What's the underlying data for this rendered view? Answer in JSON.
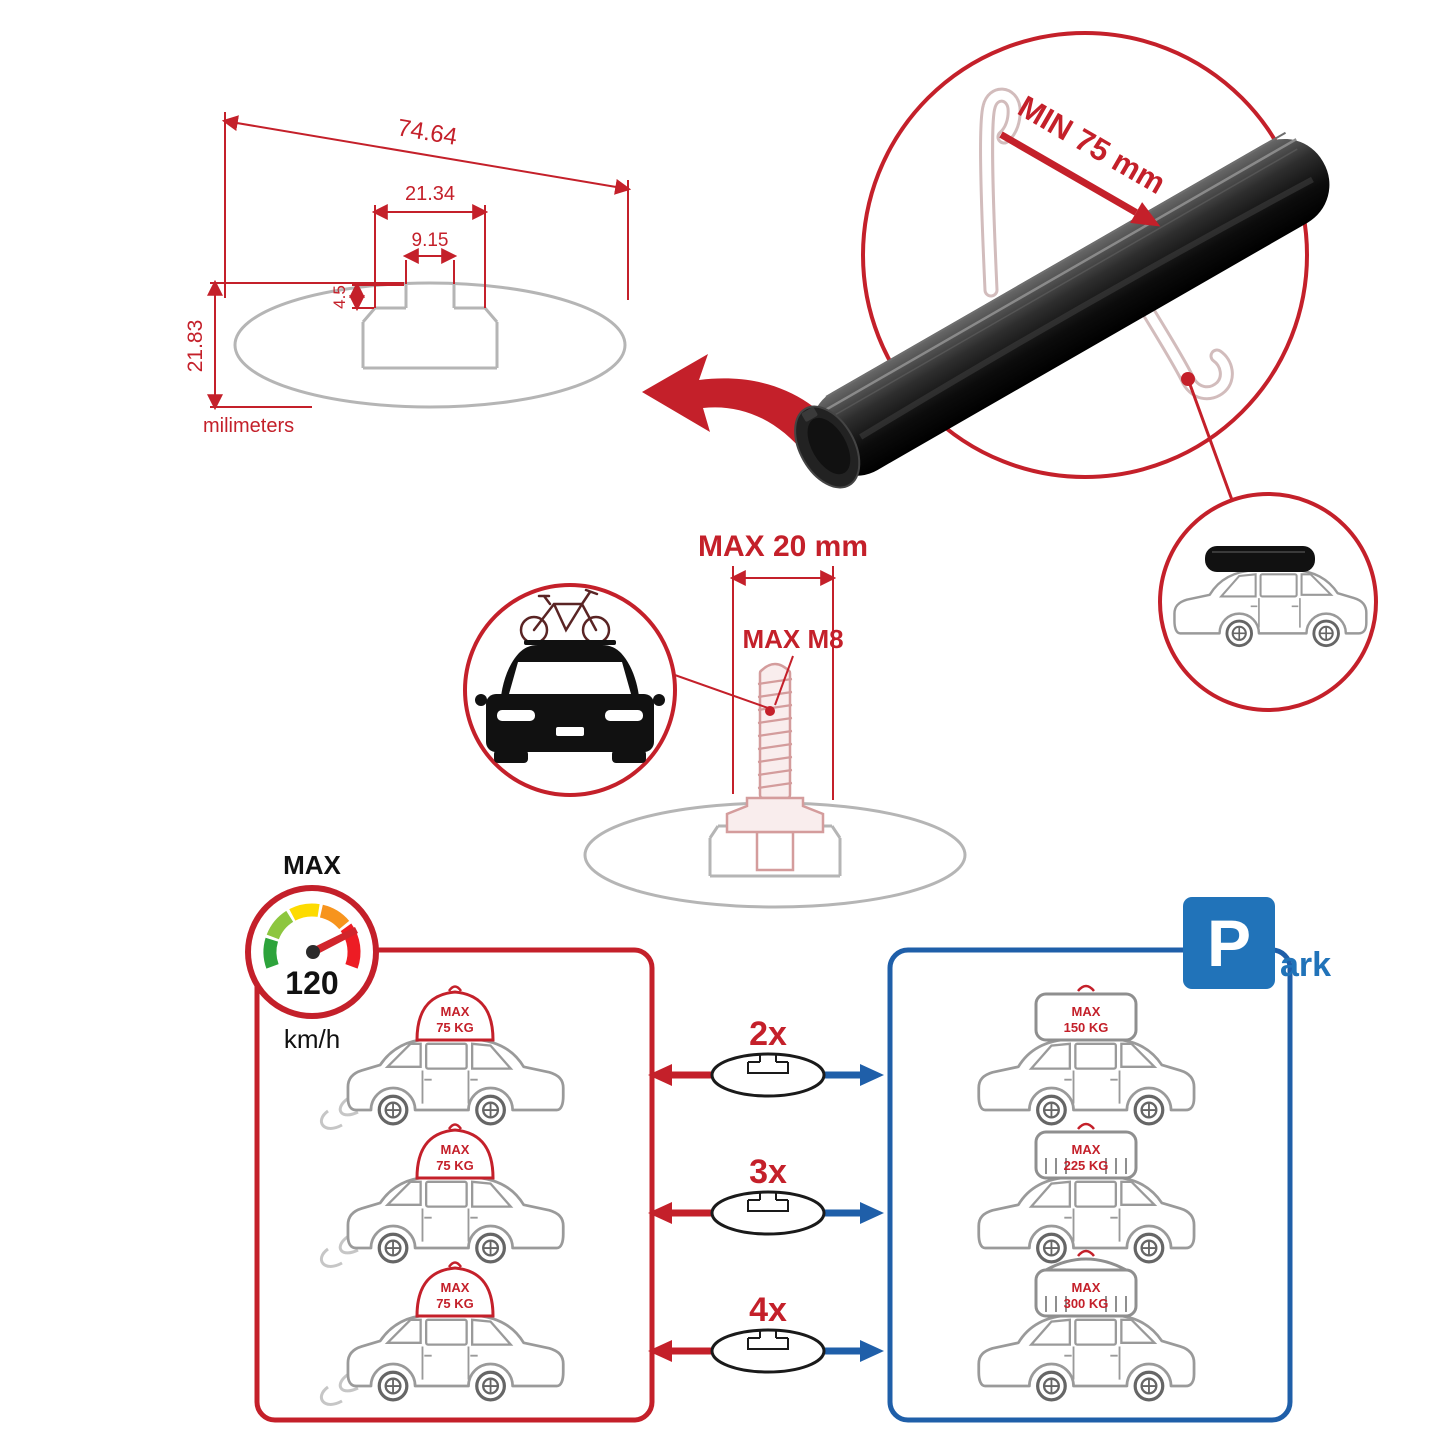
{
  "colors": {
    "red": "#c4202a",
    "blue": "#1f5fa9",
    "park_blue": "#2173b9",
    "line_gray": "#b5b5b5"
  },
  "profile_dims": {
    "total_width": "74.64",
    "channel_width": "21.34",
    "slot_width": "9.15",
    "slot_depth": "4.5",
    "total_height": "21.83",
    "unit": "milimeters"
  },
  "clamp": {
    "min_label": "MIN 75 mm"
  },
  "bolt": {
    "max_length": "MAX 20 mm",
    "max_thread": "MAX M8"
  },
  "speed": {
    "label": "MAX",
    "value": "120",
    "unit": "km/h"
  },
  "parking": {
    "letter": "P",
    "suffix": "ark"
  },
  "rows": [
    {
      "multiplier": "2x",
      "left_label": "MAX",
      "left_value": "75 KG",
      "right_label": "MAX",
      "right_value": "150 KG"
    },
    {
      "multiplier": "3x",
      "left_label": "MAX",
      "left_value": "75 KG",
      "right_label": "MAX",
      "right_value": "225 KG"
    },
    {
      "multiplier": "4x",
      "left_label": "MAX",
      "left_value": "75 KG",
      "right_label": "MAX",
      "right_value": "300 KG"
    }
  ]
}
